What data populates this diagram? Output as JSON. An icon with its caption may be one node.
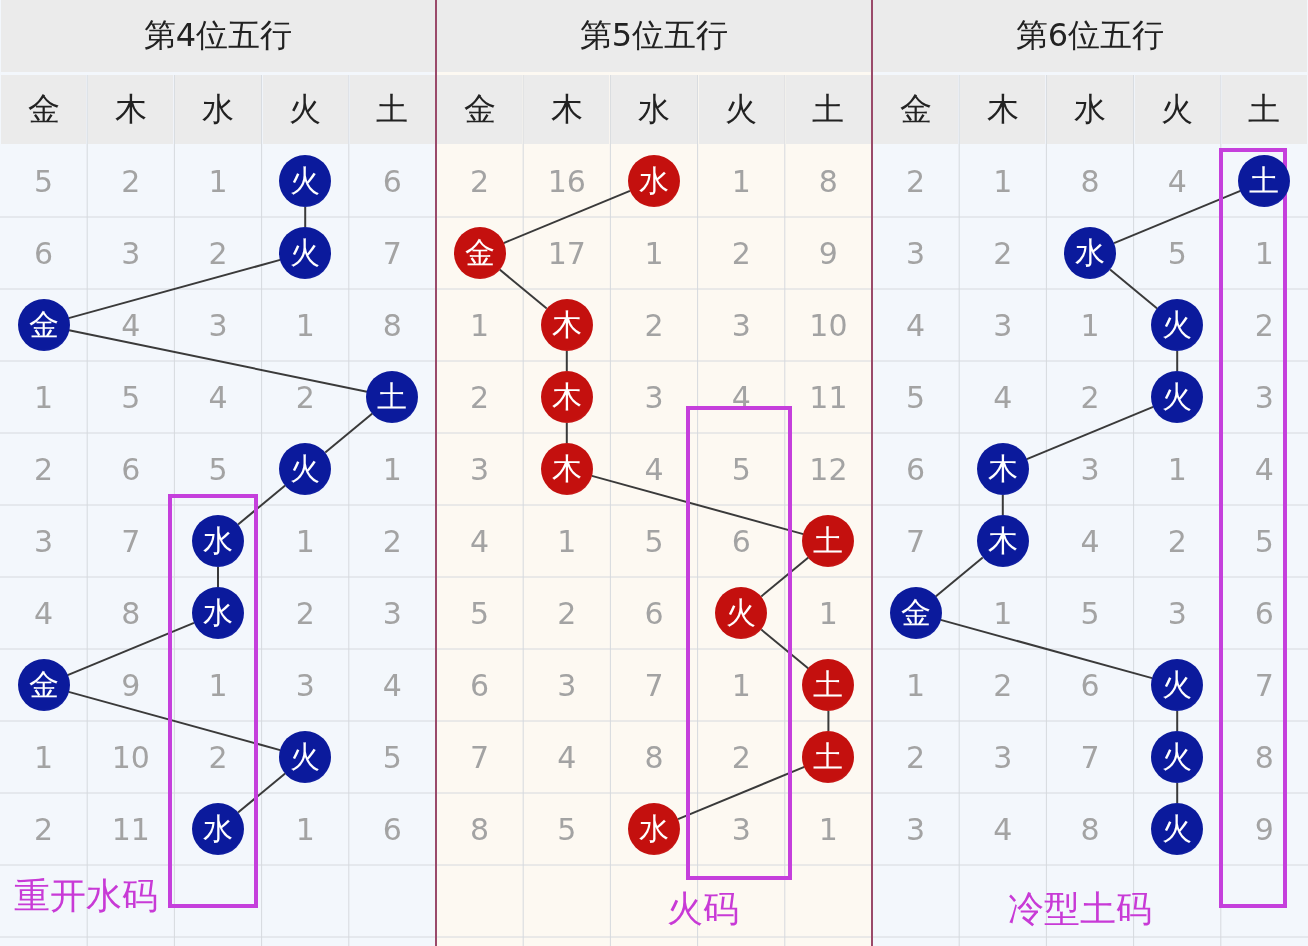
{
  "diagram": {
    "nodes": [
      {
        "text": [
          "火"
        ]
      },
      {
        "text": [
          "火"
        ]
      },
      {
        "text": [
          "金"
        ]
      },
      {
        "text": [
          "土"
        ]
      },
      {
        "text": [
          "火"
        ]
      },
      {
        "text": [
          "水"
        ]
      },
      {
        "text": [
          "水"
        ]
      },
      {
        "text": [
          "金"
        ]
      },
      {
        "text": [
          "火"
        ]
      },
      {
        "text": [
          "水"
        ]
      },
      {
        "text": [
          "水"
        ]
      },
      {
        "text": [
          "金"
        ]
      },
      {
        "text": [
          "木"
        ]
      },
      {
        "text": [
          "木"
        ]
      },
      {
        "text": [
          "木"
        ]
      },
      {
        "text": [
          "土"
        ]
      },
      {
        "text": [
          "火"
        ]
      },
      {
        "text": [
          "土"
        ]
      },
      {
        "text": [
          "土"
        ]
      },
      {
        "text": [
          "水"
        ]
      },
      {
        "text": [
          "土"
        ]
      },
      {
        "text": [
          "水"
        ]
      },
      {
        "text": [
          "火"
        ]
      },
      {
        "text": [
          "火"
        ]
      },
      {
        "text": [
          "木"
        ]
      },
      {
        "text": [
          "木"
        ]
      },
      {
        "text": [
          "金"
        ]
      },
      {
        "text": [
          "火"
        ]
      },
      {
        "text": [
          "火"
        ]
      },
      {
        "text": [
          "火"
        ]
      }
    ],
    "edges": [
      {
        "from": 0,
        "to": 1,
        "arrow": "none"
      },
      {
        "from": 1,
        "to": 2,
        "arrow": "none"
      },
      {
        "from": 2,
        "to": 3,
        "arrow": "none"
      },
      {
        "from": 3,
        "to": 4,
        "arrow": "none"
      },
      {
        "from": 4,
        "to": 5,
        "arrow": "none"
      },
      {
        "from": 5,
        "to": 6,
        "arrow": "none"
      },
      {
        "from": 6,
        "to": 7,
        "arrow": "none"
      },
      {
        "from": 7,
        "to": 8,
        "arrow": "none"
      },
      {
        "from": 8,
        "to": 9,
        "arrow": "none"
      },
      {
        "from": 10,
        "to": 11,
        "arrow": "none"
      },
      {
        "from": 11,
        "to": 12,
        "arrow": "none"
      },
      {
        "from": 12,
        "to": 13,
        "arrow": "none"
      },
      {
        "from": 13,
        "to": 14,
        "arrow": "none"
      },
      {
        "from": 14,
        "to": 15,
        "arrow": "none"
      },
      {
        "from": 15,
        "to": 16,
        "arrow": "none"
      },
      {
        "from": 16,
        "to": 17,
        "arrow": "none"
      },
      {
        "from": 17,
        "to": 18,
        "arrow": "none"
      },
      {
        "from": 18,
        "to": 19,
        "arrow": "none"
      },
      {
        "from": 20,
        "to": 21,
        "arrow": "none"
      },
      {
        "from": 21,
        "to": 22,
        "arrow": "none"
      },
      {
        "from": 22,
        "to": 23,
        "arrow": "none"
      },
      {
        "from": 23,
        "to": 24,
        "arrow": "none"
      },
      {
        "from": 24,
        "to": 25,
        "arrow": "none"
      },
      {
        "from": 25,
        "to": 26,
        "arrow": "none"
      },
      {
        "from": 26,
        "to": 27,
        "arrow": "none"
      },
      {
        "from": 27,
        "to": 28,
        "arrow": "none"
      },
      {
        "from": 28,
        "to": 29,
        "arrow": "none"
      }
    ],
    "labels": [
      "第4位五行",
      "第5位五行",
      "第6位五行",
      "金",
      "木",
      "水",
      "火",
      "土",
      "金",
      "木",
      "水",
      "火",
      "土",
      "金",
      "木",
      "水",
      "火",
      "土",
      "5",
      "2",
      "1",
      "6",
      "2",
      "16",
      "1",
      "8",
      "2",
      "1",
      "8",
      "4",
      "6",
      "3",
      "2",
      "7",
      "17",
      "1",
      "2",
      "9",
      "3",
      "2",
      "5",
      "1",
      "4",
      "3",
      "1",
      "8",
      "1",
      "2",
      "3",
      "10",
      "4",
      "3",
      "1",
      "2",
      "1",
      "5",
      "4",
      "2",
      "2",
      "3",
      "4",
      "11",
      "5",
      "4",
      "2",
      "3",
      "2",
      "6",
      "5",
      "1",
      "3",
      "4",
      "5",
      "12",
      "6",
      "3",
      "1",
      "4",
      "3",
      "7",
      "1",
      "2",
      "4",
      "1",
      "5",
      "6",
      "7",
      "4",
      "2",
      "5",
      "4",
      "8",
      "2",
      "3",
      "5",
      "2",
      "6",
      "1",
      "1",
      "5",
      "3",
      "6",
      "9",
      "1",
      "3",
      "4",
      "6",
      "3",
      "7",
      "1",
      "1",
      "2",
      "6",
      "7",
      "1",
      "10",
      "2",
      "5",
      "7",
      "4",
      "8",
      "2",
      "2",
      "3",
      "7",
      "8",
      "2",
      "11",
      "1",
      "6",
      "8",
      "5",
      "3",
      "1",
      "3",
      "4",
      "8",
      "9",
      "重开水码",
      "火码",
      "冷型土码"
    ]
  }
}
